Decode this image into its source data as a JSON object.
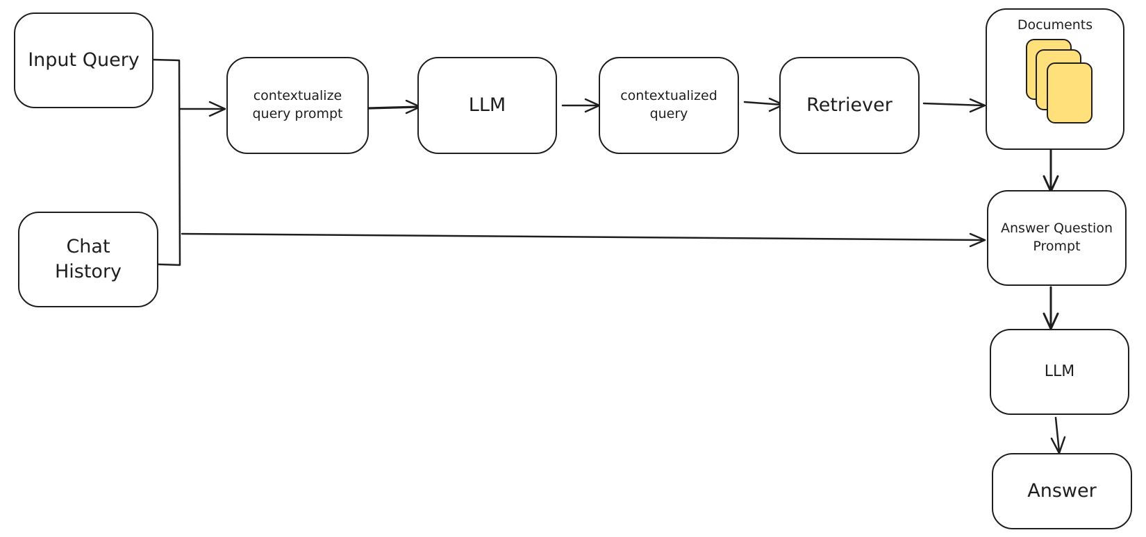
{
  "colors": {
    "stroke": "#1e1e1e",
    "background": "#ffffff",
    "document_fill": "#ffe07a"
  },
  "nodes": {
    "input_query": "Input Query",
    "chat_history": "Chat\nHistory",
    "contextualize_prompt": "contextualize\nquery prompt",
    "llm_1": "LLM",
    "contextualized_query": "contextualized\nquery",
    "retriever": "Retriever",
    "documents": "Documents",
    "answer_prompt": "Answer Question\nPrompt",
    "llm_2": "LLM",
    "answer": "Answer"
  },
  "edges": [
    {
      "from": "input_query",
      "to": "contextualize_prompt"
    },
    {
      "from": "chat_history",
      "to": "contextualize_prompt"
    },
    {
      "from": "contextualize_prompt",
      "to": "llm_1"
    },
    {
      "from": "llm_1",
      "to": "contextualized_query"
    },
    {
      "from": "contextualized_query",
      "to": "retriever"
    },
    {
      "from": "retriever",
      "to": "documents"
    },
    {
      "from": "documents",
      "to": "answer_prompt"
    },
    {
      "from": "chat_history",
      "to": "answer_prompt"
    },
    {
      "from": "answer_prompt",
      "to": "llm_2"
    },
    {
      "from": "llm_2",
      "to": "answer"
    }
  ]
}
